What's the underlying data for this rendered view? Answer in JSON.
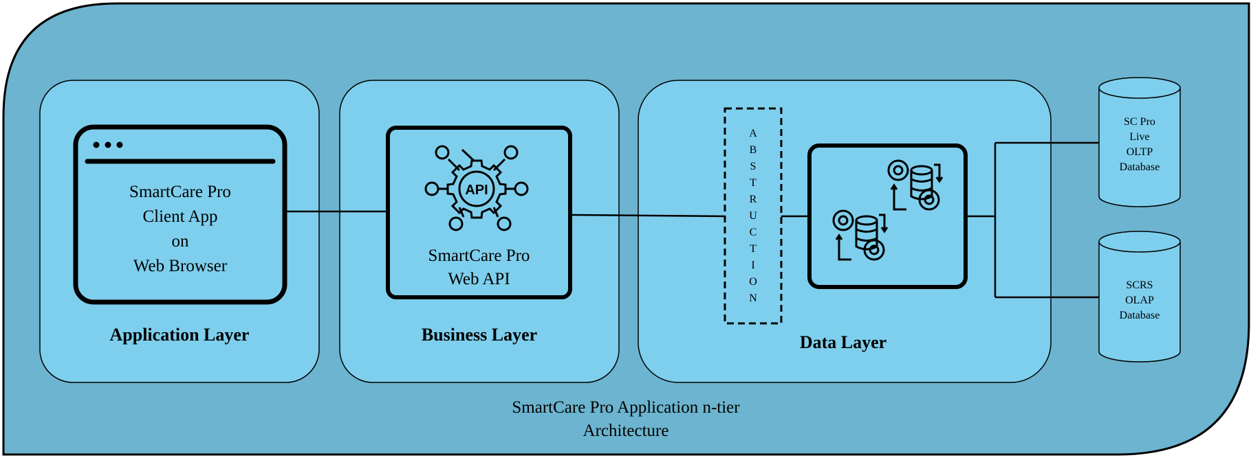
{
  "diagram": {
    "caption_line1": "SmartCare Pro Application n-tier",
    "caption_line2": "Architecture",
    "colors": {
      "outer_fill": "#6cb4cf",
      "layer_fill": "#7ecfed",
      "stroke": "#000000"
    },
    "application_layer": {
      "label": "Application Layer",
      "window_lines": [
        "SmartCare Pro",
        "Client App",
        "on",
        "Web Browser"
      ],
      "icon": "browser-window-icon"
    },
    "business_layer": {
      "label": "Business Layer",
      "api_lines": [
        "SmartCare Pro",
        "Web API"
      ],
      "icon": "api-gear-network-icon",
      "icon_text": "API"
    },
    "data_layer": {
      "label": "Data Layer",
      "abstraction_letters": [
        "A",
        "B",
        "S",
        "T",
        "R",
        "U",
        "C",
        "T",
        "I",
        "O",
        "N"
      ],
      "icon": "database-gears-icon"
    },
    "databases": [
      {
        "lines": [
          "SC Pro",
          "Live",
          "OLTP",
          "Database"
        ]
      },
      {
        "lines": [
          "SCRS",
          "OLAP",
          "Database"
        ]
      }
    ]
  }
}
